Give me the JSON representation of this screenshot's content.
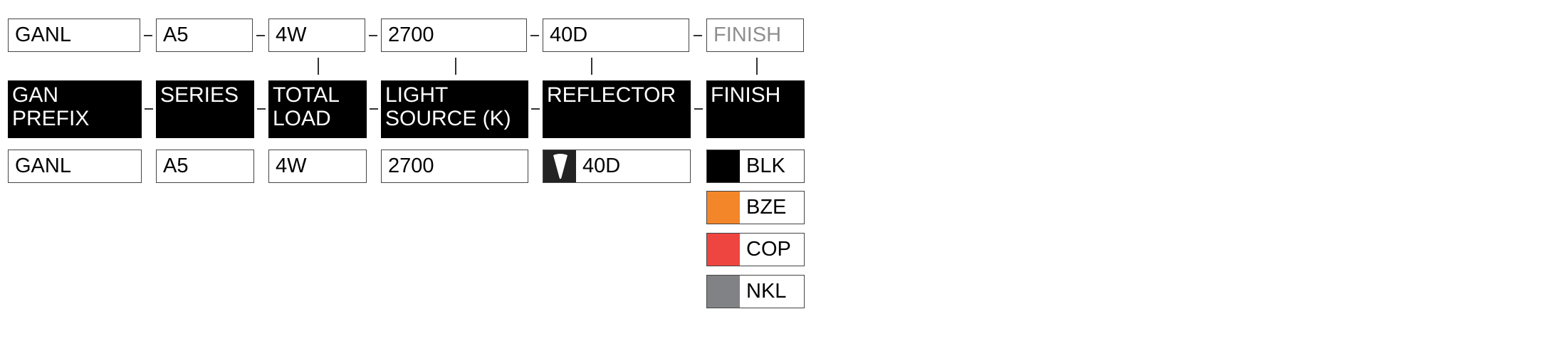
{
  "code_row": [
    {
      "value": "GANL",
      "is_placeholder": false
    },
    {
      "value": "A5",
      "is_placeholder": false
    },
    {
      "value": "4W",
      "is_placeholder": false
    },
    {
      "value": "2700",
      "is_placeholder": false
    },
    {
      "value": "40D",
      "is_placeholder": false
    },
    {
      "value": "FINISH",
      "is_placeholder": true
    }
  ],
  "separator": "-",
  "headers": [
    "GAN\nPREFIX",
    "SERIES",
    "TOTAL\nLOAD",
    "LIGHT\nSOURCE (K)",
    "REFLECTOR",
    "FINISH"
  ],
  "options": {
    "gan_prefix": [
      "GANL"
    ],
    "series": [
      "A5"
    ],
    "total_load": [
      "4W"
    ],
    "light_source": [
      "2700"
    ],
    "reflector": [
      {
        "label": "40D",
        "icon": "beam-angle-icon"
      }
    ],
    "finish": [
      {
        "label": "BLK",
        "color": "#000000"
      },
      {
        "label": "BZE",
        "color": "#f4862a"
      },
      {
        "label": "COP",
        "color": "#ee4540"
      },
      {
        "label": "NKL",
        "color": "#818285"
      }
    ]
  }
}
